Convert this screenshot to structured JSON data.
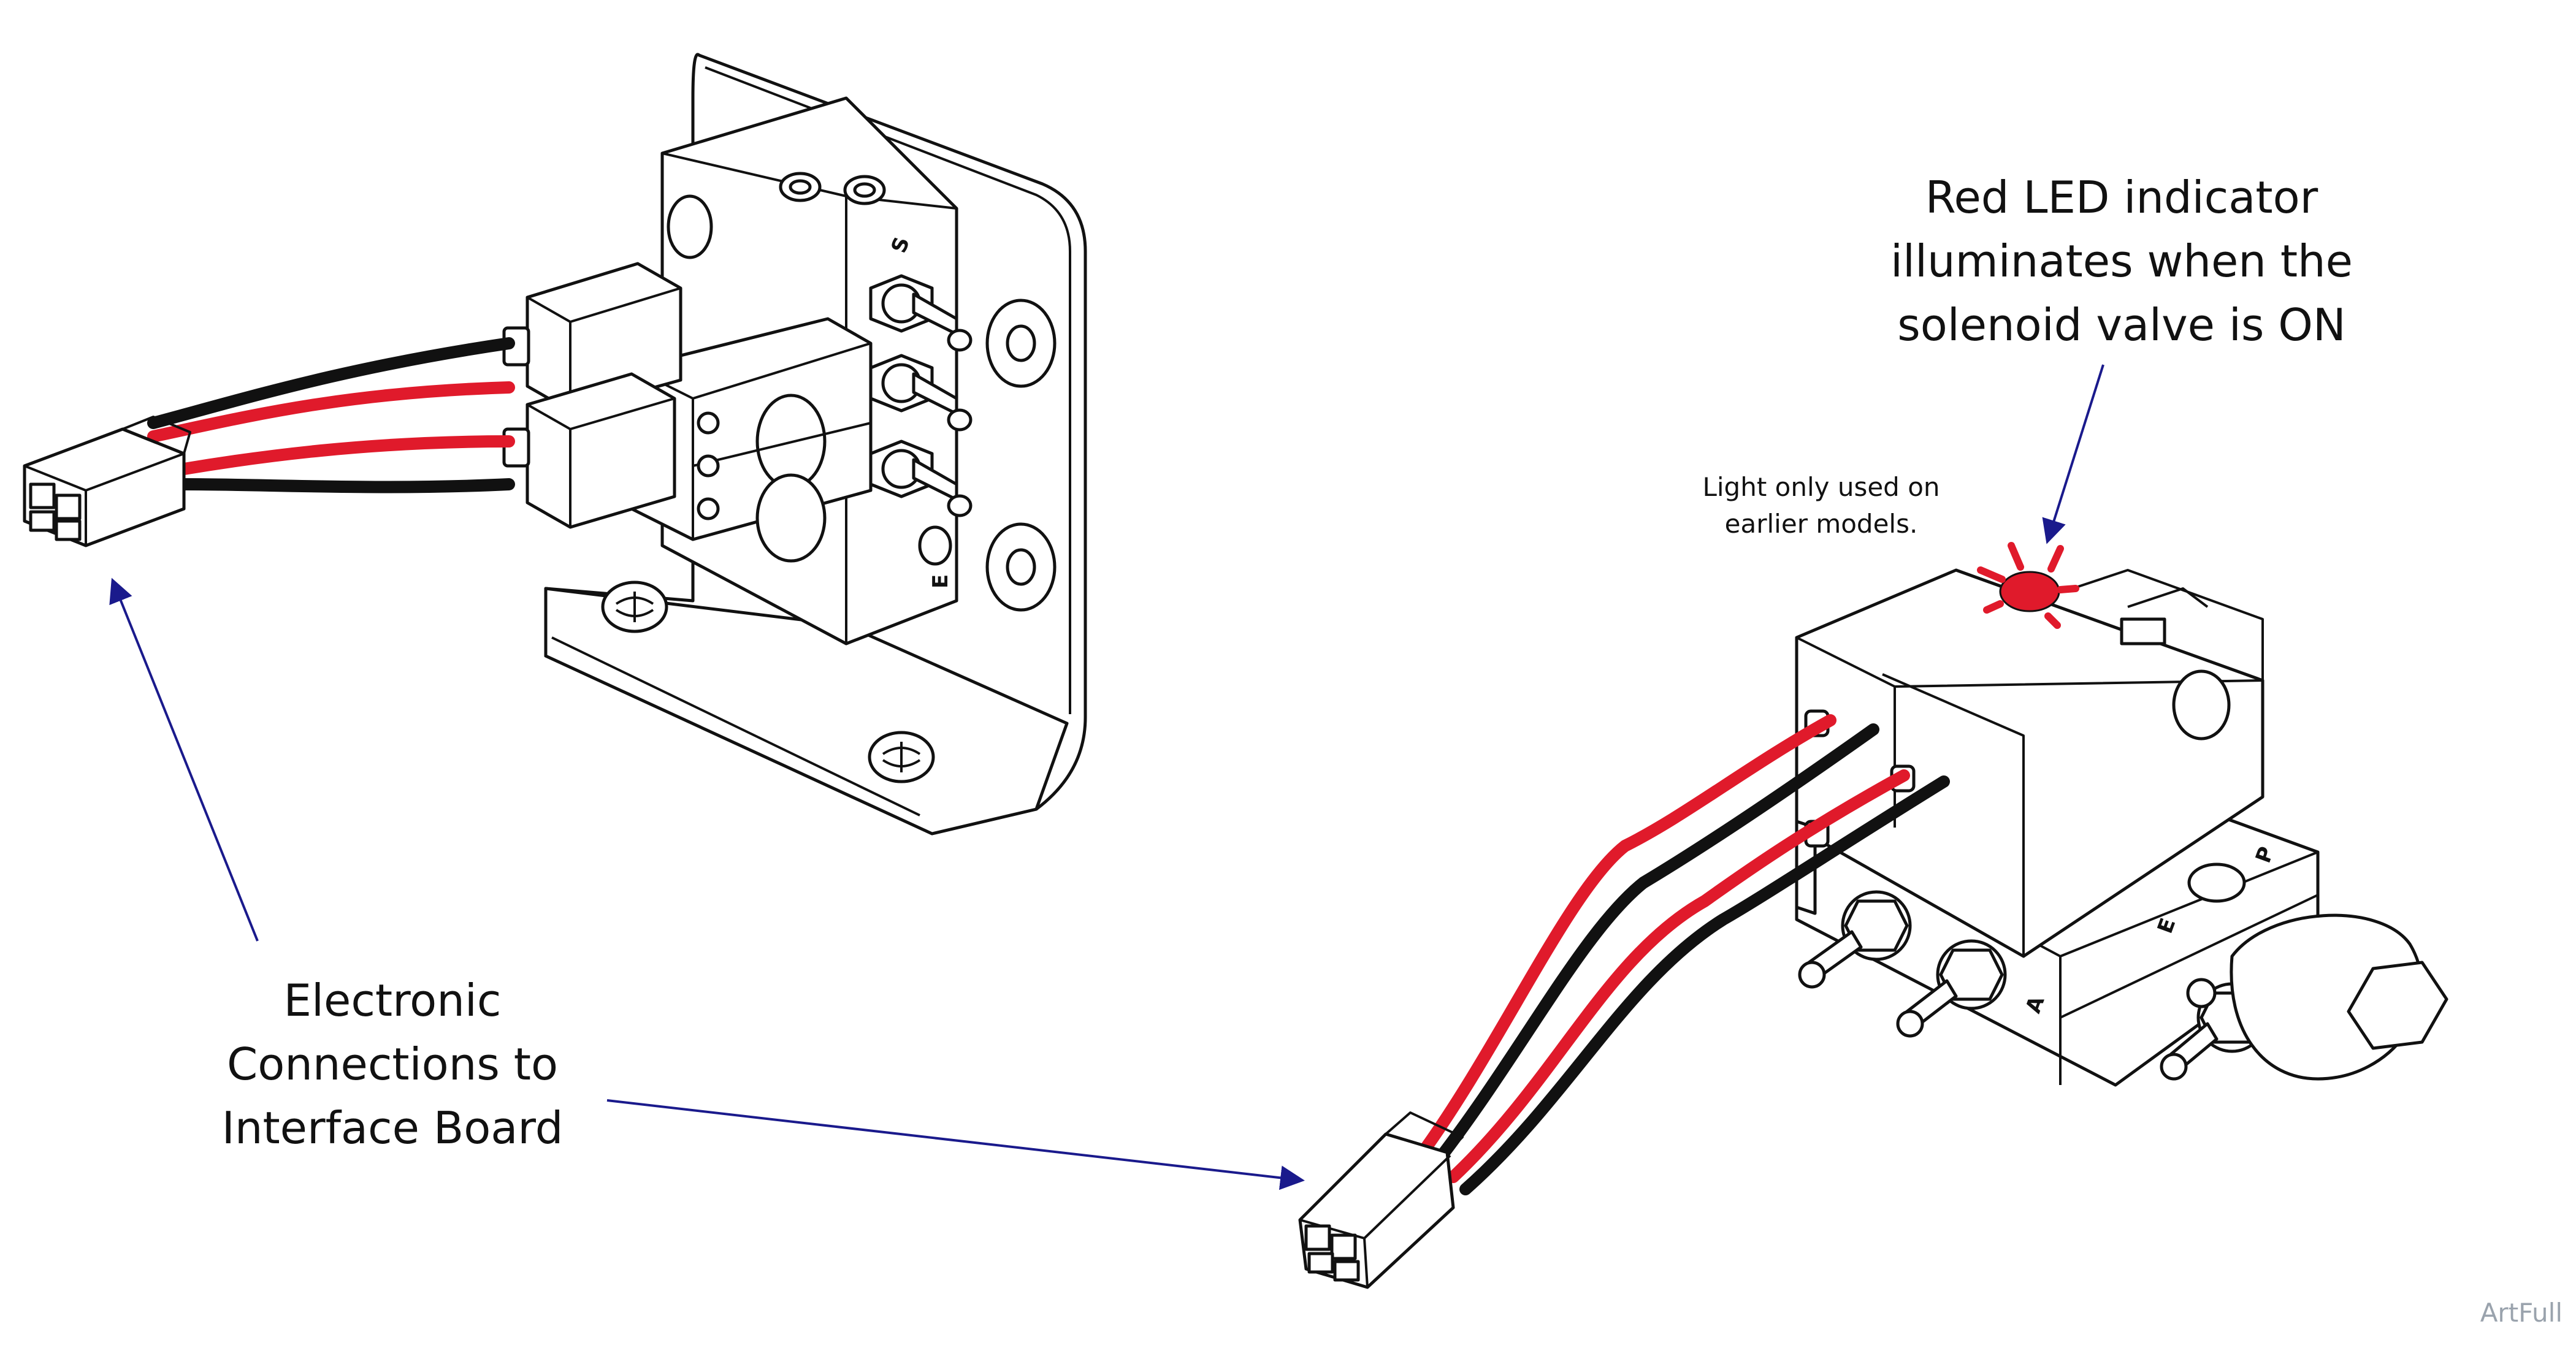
{
  "callouts": {
    "led": {
      "lines": [
        "Red LED indicator",
        "illuminates when the",
        "solenoid valve is ON"
      ]
    },
    "light_note": {
      "lines": [
        "Light only used on",
        "earlier models."
      ]
    },
    "connections": {
      "lines": [
        "Electronic",
        "Connections to",
        "Interface Board"
      ]
    }
  },
  "valve_port_labels": {
    "left_top": "S",
    "left_bottom": "E",
    "right_e": "E",
    "right_p": "P",
    "right_a": "A"
  },
  "footer": {
    "text": "ArtFull"
  },
  "colors": {
    "wire_red": "#e01a2b",
    "wire_black": "#111111",
    "arrow": "#1a1a8c",
    "led": "#e01a2b",
    "outline": "#111111"
  }
}
